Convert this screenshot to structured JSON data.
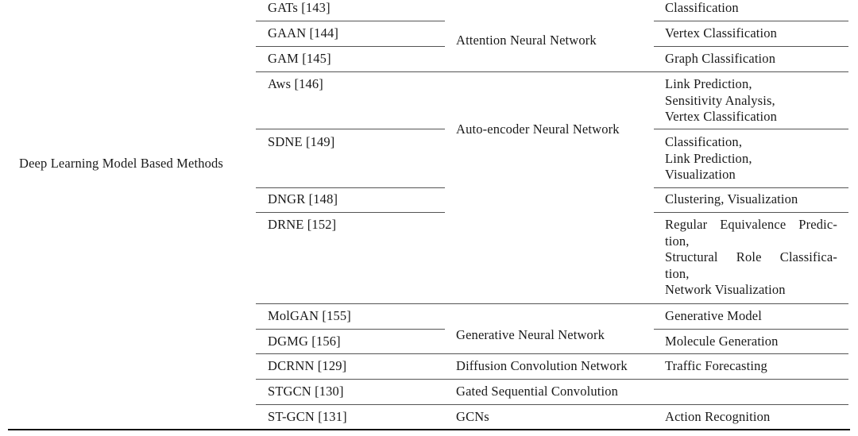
{
  "category": "Deep Learning Model Based Methods",
  "models": {
    "attention": "Attention Neural Network",
    "autoencoder": "Auto-encoder Neural Network",
    "generative": "Generative Neural Network",
    "diffusion": "Diffusion Convolution Network",
    "gated": "Gated Sequential Convolution",
    "gcns": "GCNs"
  },
  "rows": [
    {
      "method": "GATs [143]",
      "tasks": [
        "Classification"
      ]
    },
    {
      "method": "GAAN [144]",
      "tasks": [
        "Vertex Classification"
      ]
    },
    {
      "method": "GAM [145]",
      "tasks": [
        "Graph Classification"
      ]
    },
    {
      "method": "Aws [146]",
      "tasks": [
        "Link Prediction,",
        "Sensitivity Analysis,",
        "Vertex Classification"
      ]
    },
    {
      "method": "SDNE [149]",
      "tasks": [
        "Classification,",
        "Link Prediction,",
        "Visualization"
      ]
    },
    {
      "method": "DNGR [148]",
      "tasks": [
        "Clustering, Visualization"
      ]
    },
    {
      "method": "DRNE [152]",
      "tasks": [
        "Regular Equivalence Predic-",
        "tion,",
        "Structural Role Classifica-",
        "tion,",
        "Network Visualization"
      ]
    },
    {
      "method": "MolGAN [155]",
      "tasks": [
        "Generative Model"
      ]
    },
    {
      "method": "DGMG [156]",
      "tasks": [
        "Molecule Generation"
      ]
    },
    {
      "method": "DCRNN [129]",
      "tasks": [
        "Traffic Forecasting"
      ]
    },
    {
      "method": "STGCN [130]",
      "tasks": []
    },
    {
      "method": "ST-GCN [131]",
      "tasks": [
        "Action Recognition"
      ]
    }
  ]
}
